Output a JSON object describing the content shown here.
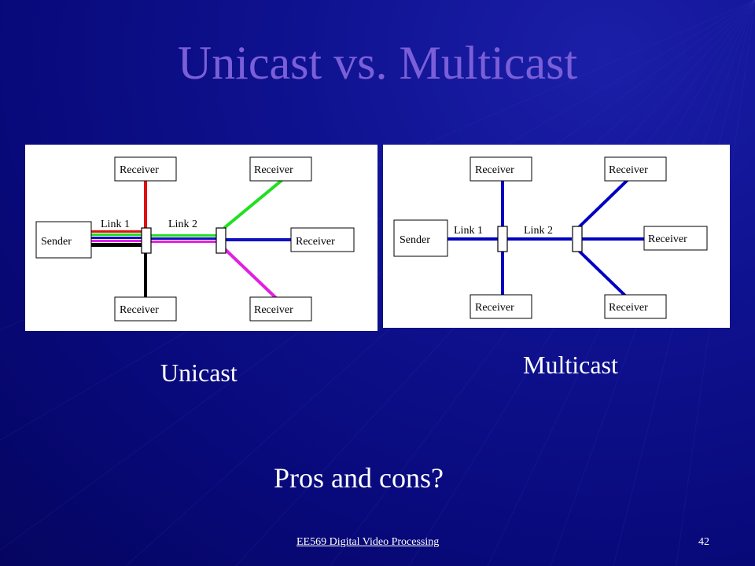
{
  "slide": {
    "title": "Unicast vs. Multicast",
    "question": "Pros and cons?",
    "footer": {
      "course": "EE569 Digital Video Processing",
      "page": "42"
    }
  },
  "unicast": {
    "caption": "Unicast",
    "sender": "Sender",
    "link1": "Link 1",
    "link2": "Link 2",
    "receivers": [
      "Receiver",
      "Receiver",
      "Receiver",
      "Receiver",
      "Receiver"
    ],
    "stream_colors": [
      "#e01010",
      "#20e020",
      "#1010c0",
      "#e020e0",
      "#000000"
    ]
  },
  "multicast": {
    "caption": "Multicast",
    "sender": "Sender",
    "link1": "Link 1",
    "link2": "Link 2",
    "receivers": [
      "Receiver",
      "Receiver",
      "Receiver",
      "Receiver",
      "Receiver"
    ],
    "stream_color": "#0000c0"
  },
  "colors": {
    "title": "#7b5fd8",
    "background": "#0f1290",
    "text": "#ffffff"
  }
}
